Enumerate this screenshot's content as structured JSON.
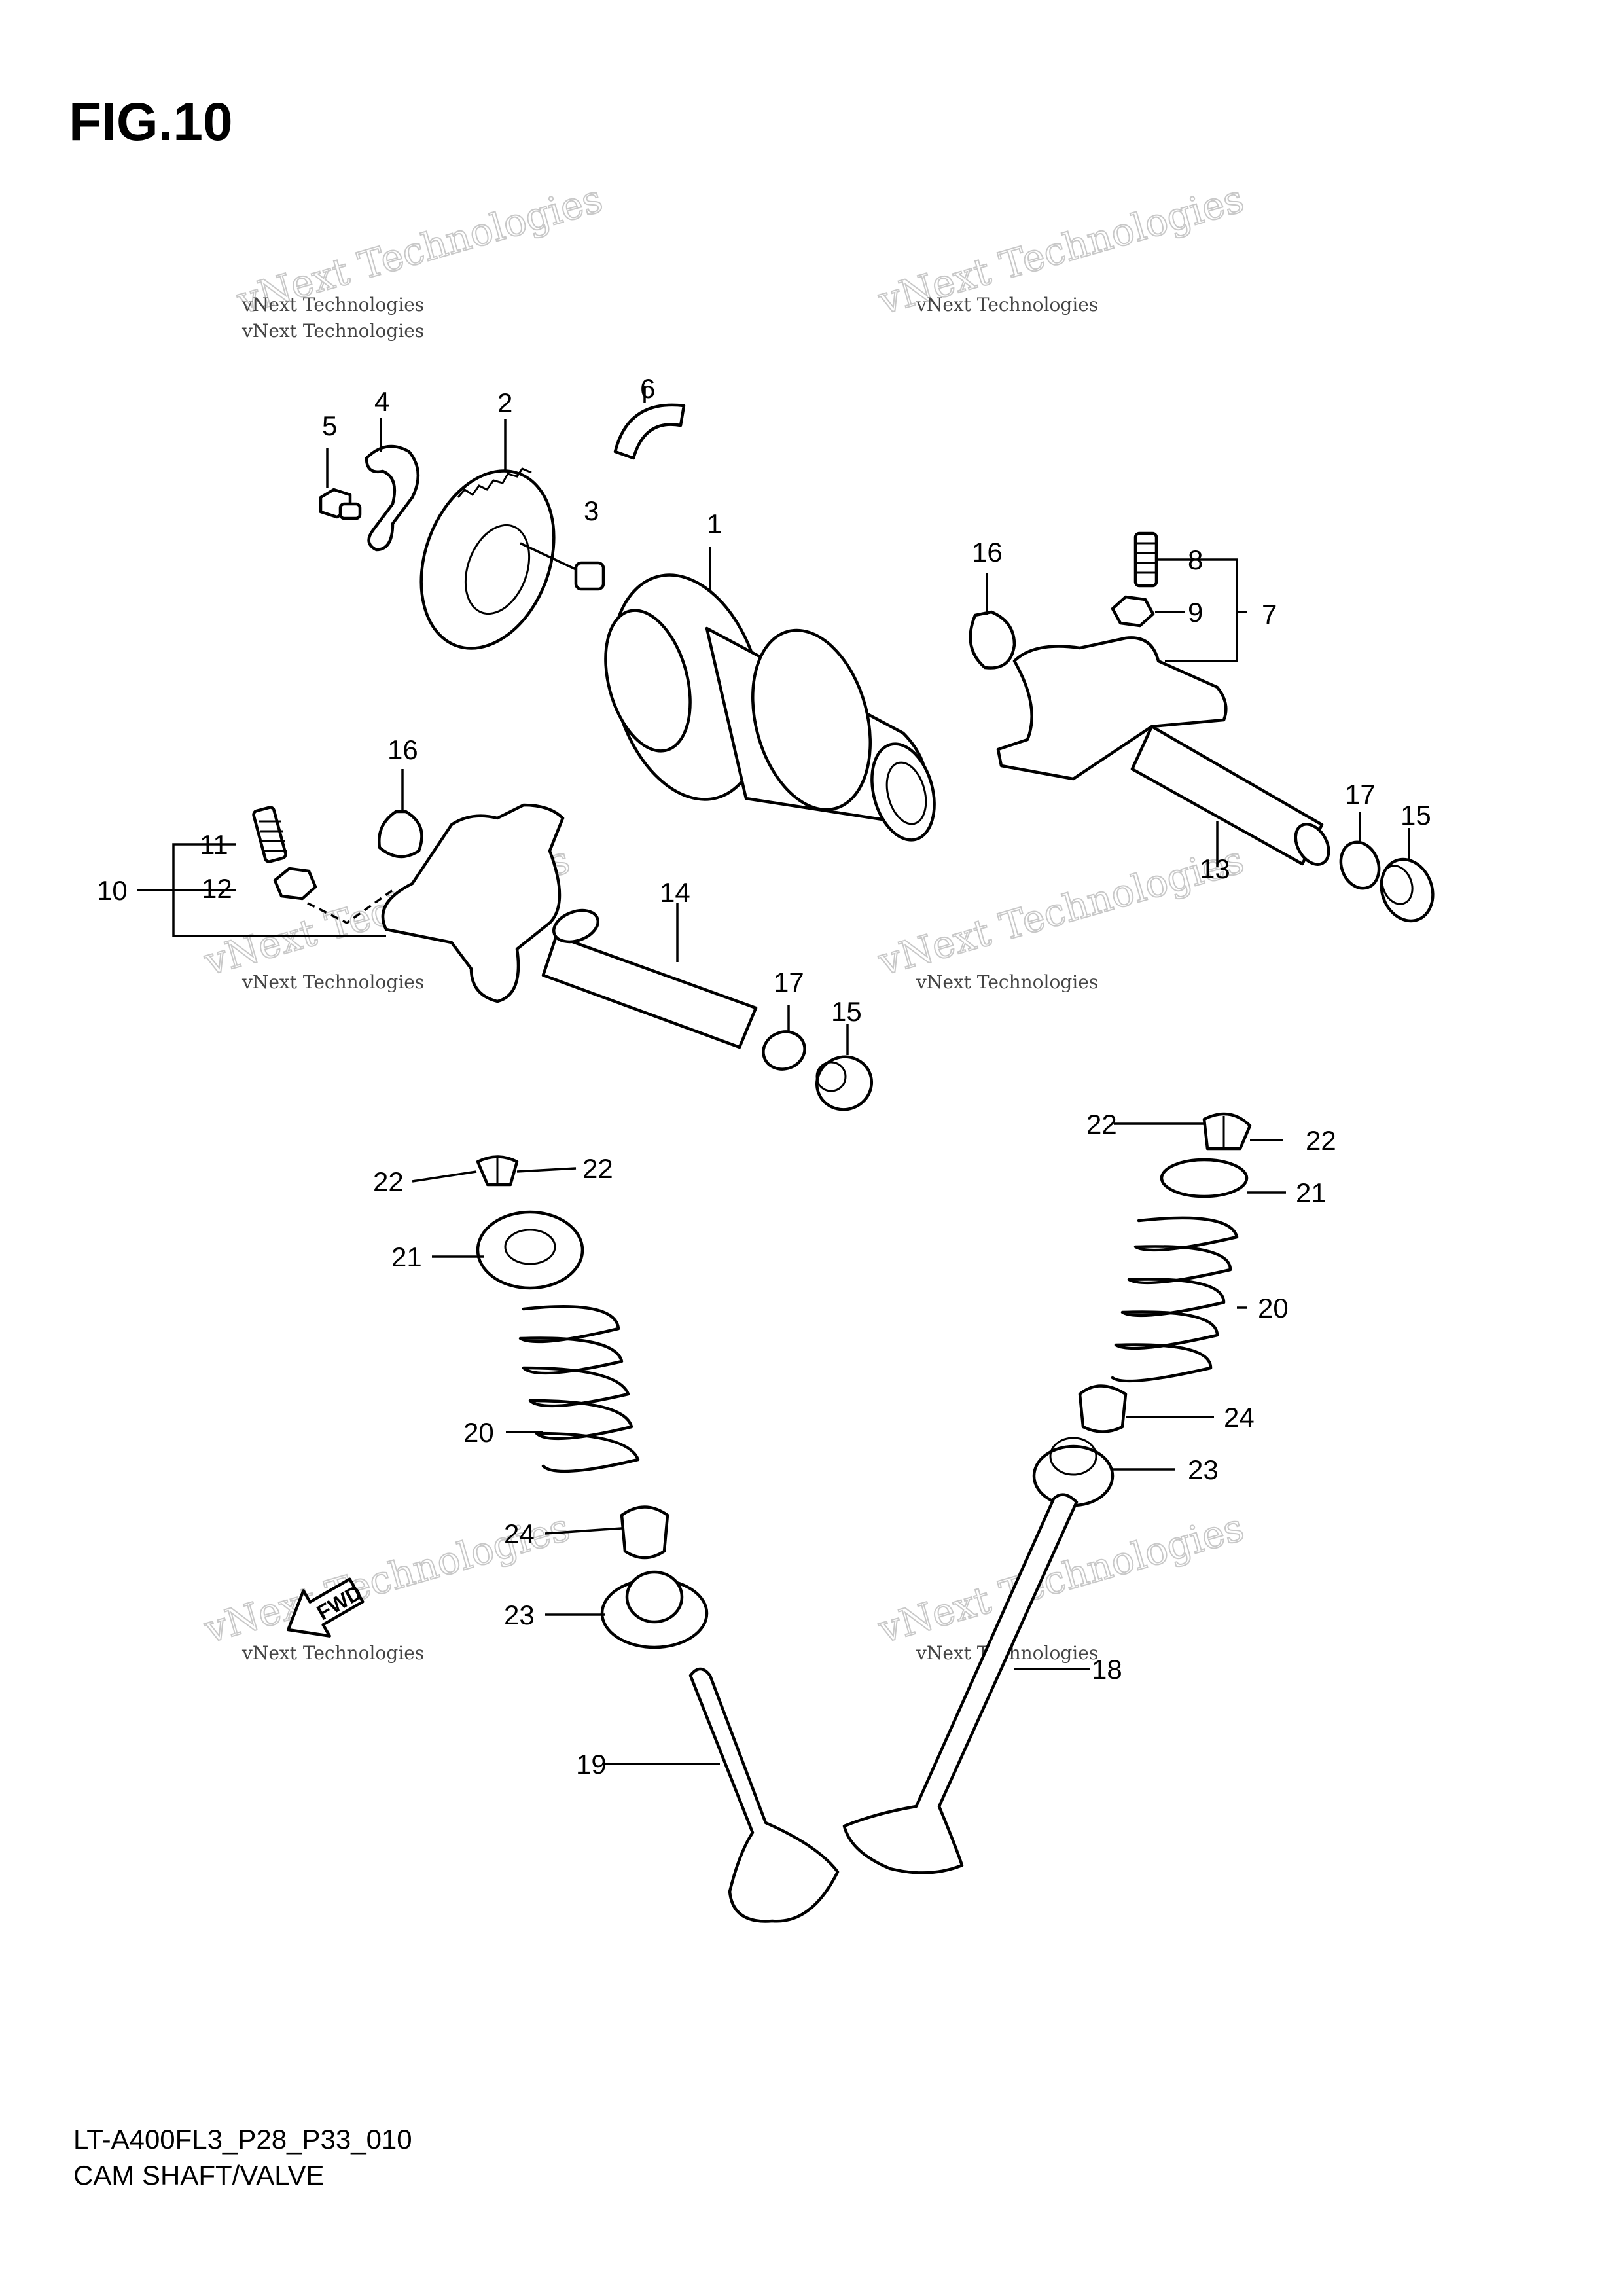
{
  "figure": {
    "title": "FIG.10"
  },
  "footer": {
    "code": "LT-A400FL3_P28_P33_010",
    "name": "CAM SHAFT/VALVE"
  },
  "watermark": {
    "small": "vNext Technologies",
    "big": "vNext Technologies"
  },
  "fwd_label": "FWD",
  "callouts": [
    "1",
    "2",
    "3",
    "4",
    "5",
    "6",
    "7",
    "8",
    "9",
    "10",
    "11",
    "12",
    "13",
    "14",
    "15",
    "15",
    "16",
    "16",
    "17",
    "17",
    "18",
    "19",
    "20",
    "20",
    "21",
    "21",
    "22",
    "22",
    "22",
    "22",
    "23",
    "23",
    "24",
    "24"
  ]
}
